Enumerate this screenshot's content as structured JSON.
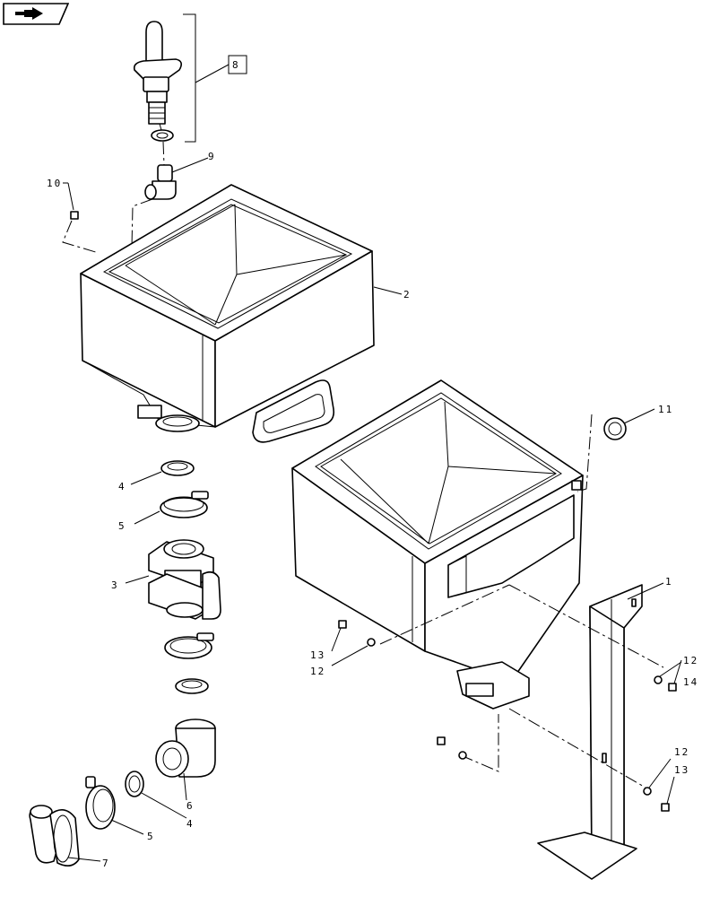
{
  "nav_button": {
    "icon": "next-page-arrow-icon"
  },
  "callouts": [
    {
      "id": "c1",
      "text": "1"
    },
    {
      "id": "c2",
      "text": "2"
    },
    {
      "id": "c3",
      "text": "3"
    },
    {
      "id": "c4a",
      "text": "4"
    },
    {
      "id": "c4b",
      "text": "4"
    },
    {
      "id": "c5a",
      "text": "5"
    },
    {
      "id": "c5b",
      "text": "5"
    },
    {
      "id": "c6",
      "text": "6"
    },
    {
      "id": "c7",
      "text": "7"
    },
    {
      "id": "c8",
      "text": "8"
    },
    {
      "id": "c9",
      "text": "9"
    },
    {
      "id": "c10",
      "text": "10"
    },
    {
      "id": "c11",
      "text": "11"
    },
    {
      "id": "c12a",
      "text": "12"
    },
    {
      "id": "c12b",
      "text": "12"
    },
    {
      "id": "c12c",
      "text": "12"
    },
    {
      "id": "c13a",
      "text": "13"
    },
    {
      "id": "c13b",
      "text": "13"
    },
    {
      "id": "c14",
      "text": "14"
    }
  ]
}
